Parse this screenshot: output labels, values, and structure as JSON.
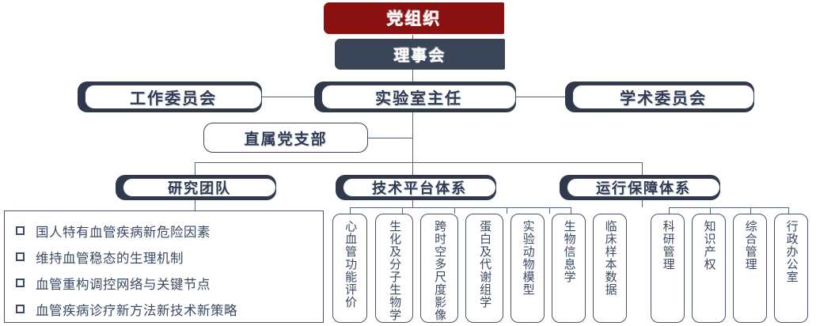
{
  "colors": {
    "party_red": "#8a1111",
    "board_navy": "#3a4558",
    "outline_navy": "#3d4758",
    "tab_navy": "#2f394b",
    "text_navy": "#2f3b52",
    "line_gray": "#5b6472"
  },
  "nodes": {
    "party_organization": "党组织",
    "board_of_directors": "理事会",
    "working_committee": "工作委员会",
    "lab_director": "实验室主任",
    "academic_committee": "学术委员会",
    "party_branch": "直属党支部"
  },
  "sections": {
    "research_team": {
      "title": "研究团队",
      "items": [
        "国人特有血管疾病新危险因素",
        "维持血管稳态的生理机制",
        "血管重构调控网络与关键节点",
        "血管疾病诊疗新方法新技术新策略"
      ]
    },
    "tech_platform": {
      "title": "技术平台体系",
      "items": [
        "心血管功能评价",
        "生化及分子生物学",
        "跨时空多尺度影像",
        "蛋白及代谢组学",
        "实验动物模型",
        "生物信息学",
        "临床样本数据"
      ]
    },
    "operations_support": {
      "title": "运行保障体系",
      "items": [
        "科研管理",
        "知识产权",
        "综合管理",
        "行政办公室"
      ]
    }
  }
}
